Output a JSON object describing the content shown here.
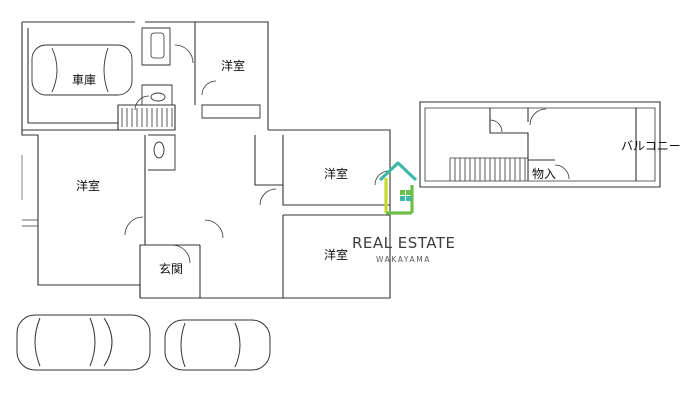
{
  "rooms": {
    "garage": "車庫",
    "bedroom_top": "洋室",
    "bedroom_left": "洋室",
    "bedroom_mid": "洋室",
    "bedroom_low": "洋室",
    "entrance": "玄関",
    "storage": "物入",
    "balcony": "バルコニー"
  },
  "watermark": {
    "line1": "REAL ESTATE",
    "line2": "WAKAYAMA",
    "colors": {
      "teal": "#3bb8a8",
      "green": "#6cc04a",
      "lime": "#c8d82a"
    }
  }
}
